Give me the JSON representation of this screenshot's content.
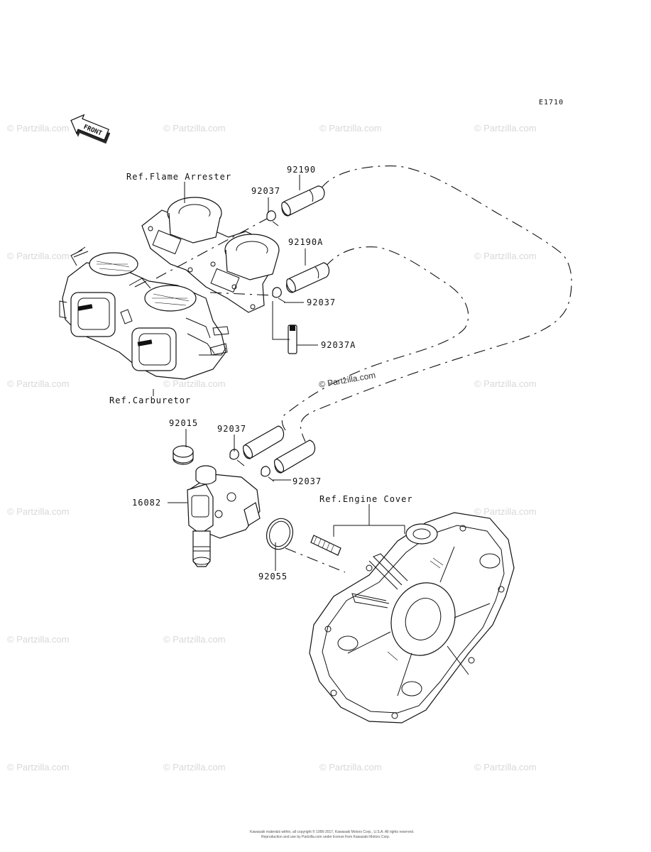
{
  "diagram": {
    "code": "E1710",
    "front_label": "FRONT",
    "references": {
      "flame_arrester": "Ref.Flame Arrester",
      "carburetor": "Ref.Carburetor",
      "engine_cover": "Ref.Engine Cover"
    },
    "part_numbers": {
      "p92190": "92190",
      "p92190a": "92190A",
      "p92037_top": "92037",
      "p92037_mid": "92037",
      "p92037a": "92037A",
      "p92015": "92015",
      "p92037_lower": "92037",
      "p92037_right": "92037",
      "p16082": "16082",
      "p92055": "92055"
    },
    "watermark": "© Partzilla.com",
    "footer": [
      "Kawasaki materials within, all copyright © 1995-2017, Kawasaki Motors Corp., U.S.A. All rights reserved.",
      "Reproduction and use by Partzilla.com under license from Kawasaki Motors Corp."
    ]
  }
}
